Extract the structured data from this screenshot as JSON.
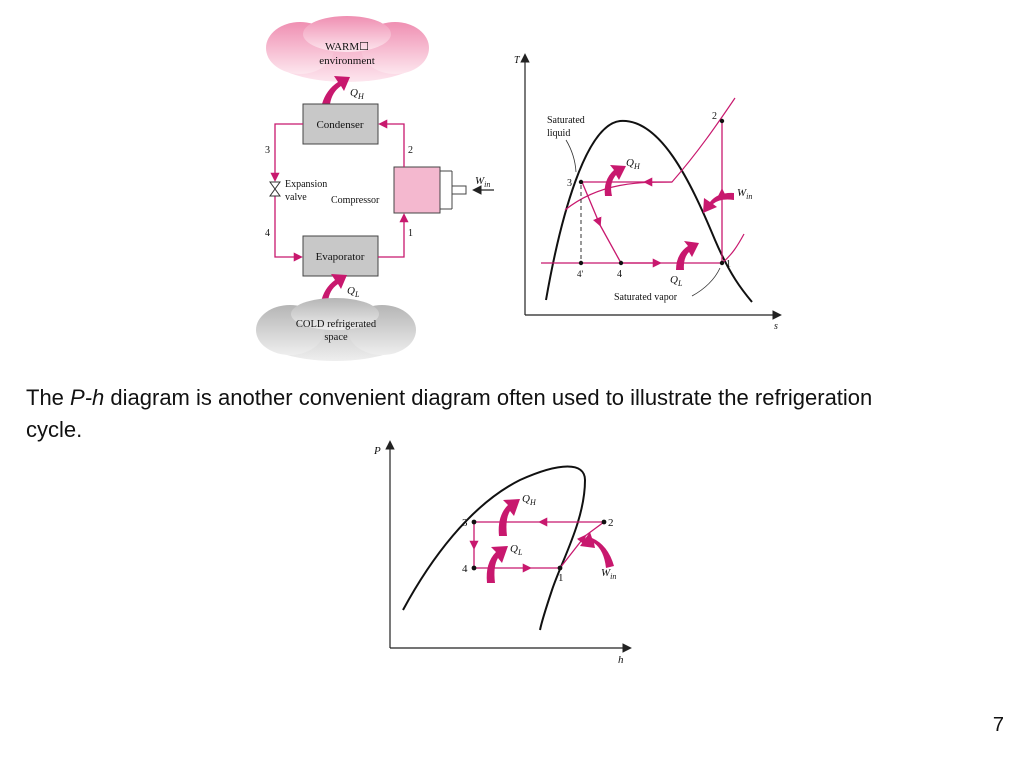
{
  "system": {
    "warm_line1": "WARM☐",
    "warm_line2": "environment",
    "qh": "Q",
    "qh_sub": "H",
    "condenser": "Condenser",
    "evaporator": "Evaporator",
    "compressor": "Compressor",
    "expansion_line1": "Expansion",
    "expansion_line2": "valve",
    "win": "W",
    "win_sub": "in",
    "ql": "Q",
    "ql_sub": "L",
    "cold_line1": "COLD refrigerated",
    "cold_line2": "space",
    "state_1": "1",
    "state_2": "2",
    "state_3": "3",
    "state_4": "4"
  },
  "ts_diagram": {
    "y_axis": "T",
    "x_axis": "s",
    "sat_liquid_1": "Saturated",
    "sat_liquid_2": "liquid",
    "sat_vapor": "Saturated vapor",
    "qh": "Q",
    "qh_sub": "H",
    "ql": "Q",
    "ql_sub": "L",
    "win": "W",
    "win_sub": "in",
    "pt_1": "1",
    "pt_2": "2",
    "pt_3": "3",
    "pt_4": "4",
    "pt_4p": "4'"
  },
  "caption": {
    "pre": "The ",
    "term": "P-h",
    "post": " diagram is another convenient diagram often used to illustrate the refrigeration cycle."
  },
  "ph_diagram": {
    "y_axis": "P",
    "x_axis": "h",
    "qh": "Q",
    "qh_sub": "H",
    "ql": "Q",
    "ql_sub": "L",
    "win": "W",
    "win_sub": "in",
    "pt_1": "1",
    "pt_2": "2",
    "pt_3": "3",
    "pt_4": "4"
  },
  "page_number": "7",
  "colors": {
    "accent": "#c8186e",
    "component_fill": "#c8c8c8",
    "compressor_fill": "#f4b8cf",
    "warm_cloud": "#f2a9c3",
    "cold_cloud": "#c9c9c9"
  }
}
